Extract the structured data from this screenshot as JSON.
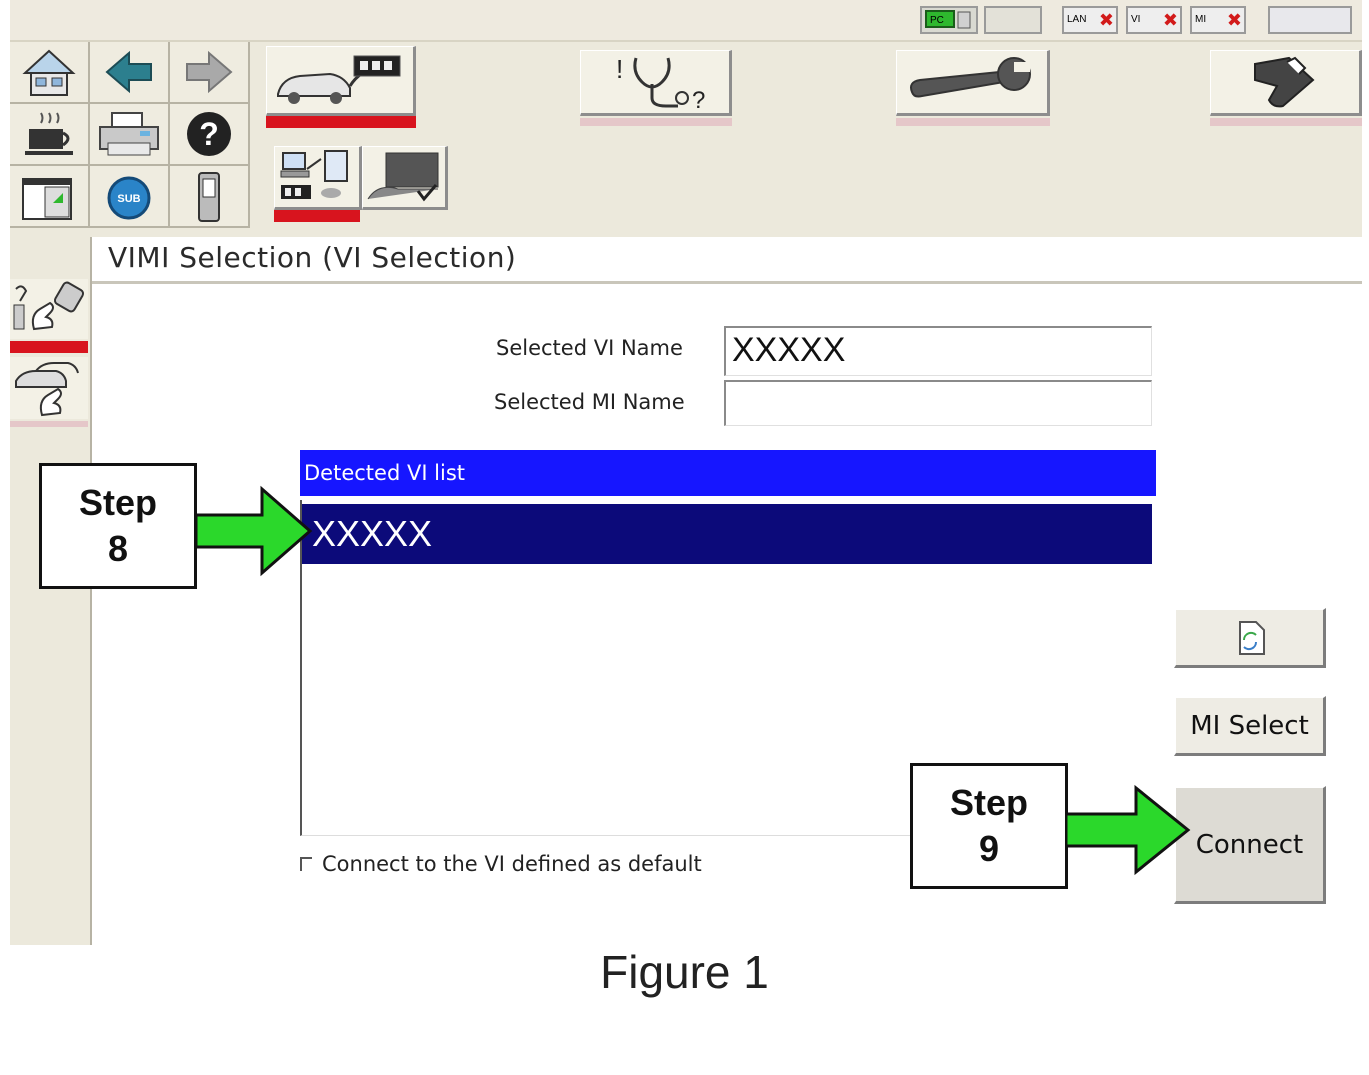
{
  "status_bar": {
    "indicators": [
      {
        "label": "PC",
        "icon": "pc-connection-icon"
      },
      {
        "label": "",
        "icon": "blank-indicator"
      },
      {
        "label": "LAN",
        "icon": "lan-disconnected-icon"
      },
      {
        "label": "VI",
        "icon": "vi-disconnected-icon"
      },
      {
        "label": "MI",
        "icon": "mi-disconnected-icon"
      },
      {
        "label": "",
        "icon": "blank-panel"
      }
    ]
  },
  "toolbar": {
    "small_buttons": [
      {
        "name": "home-icon"
      },
      {
        "name": "back-arrow-icon"
      },
      {
        "name": "forward-arrow-icon"
      },
      {
        "name": "coffee-cup-icon"
      },
      {
        "name": "printer-icon"
      },
      {
        "name": "help-icon"
      },
      {
        "name": "window-resize-icon"
      },
      {
        "name": "sub-button-icon",
        "label": "SUB"
      },
      {
        "name": "phone-icon"
      }
    ],
    "big_tabs": [
      {
        "name": "vehicle-connect-icon"
      },
      {
        "name": "diagnosis-stethoscope-icon"
      },
      {
        "name": "wrench-icon"
      },
      {
        "name": "eraser-icon"
      }
    ],
    "sub_tabs": [
      {
        "name": "vi-computer-icon"
      },
      {
        "name": "display-check-icon"
      }
    ]
  },
  "page": {
    "title": "VIMI Selection (VI Selection)"
  },
  "form": {
    "selected_vi_label": "Selected VI Name",
    "selected_vi_value": "XXXXX",
    "selected_mi_label": "Selected MI Name",
    "selected_mi_value": ""
  },
  "vi_list": {
    "header": "Detected VI list",
    "items": [
      "XXXXX"
    ]
  },
  "buttons": {
    "refresh_icon": "refresh-icon",
    "mi_select": "MI Select",
    "connect": "Connect"
  },
  "checkbox": {
    "label": "Connect to the VI defined as default",
    "checked": false
  },
  "callouts": {
    "step8_line1": "Step",
    "step8_line2": "8",
    "step9_line1": "Step",
    "step9_line2": "9",
    "arrow_color": "#2bd82b"
  },
  "caption": "Figure 1",
  "colors": {
    "list_header": "#1616ff",
    "selected_row": "#0c0a7a",
    "active_tab_marker": "#d8141e"
  }
}
